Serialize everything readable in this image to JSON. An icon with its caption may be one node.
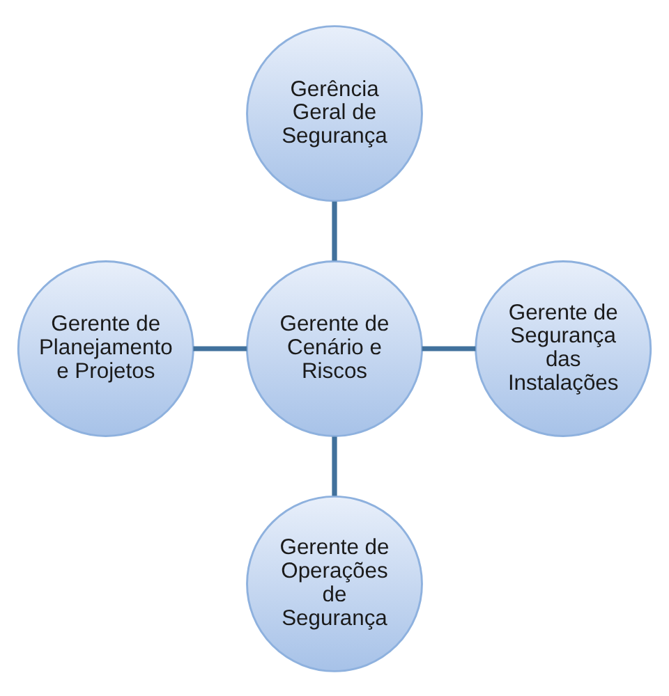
{
  "diagram": {
    "nodes": [
      {
        "text": [
          "Gerência Geral de Segurança"
        ]
      },
      {
        "text": [
          "Gerente de Planejamento e Projetos"
        ]
      },
      {
        "text": [
          "Gerente de Cenário e Riscos"
        ]
      },
      {
        "text": [
          "Gerente de Segurança das Instalações"
        ]
      },
      {
        "text": [
          "Gerente de Operações de Segurança"
        ]
      }
    ],
    "edges": [
      {
        "from": 0,
        "to": 2,
        "arrow": "none"
      },
      {
        "from": 1,
        "to": 2,
        "arrow": "none"
      },
      {
        "from": 2,
        "to": 3,
        "arrow": "none"
      },
      {
        "from": 2,
        "to": 4,
        "arrow": "none"
      }
    ]
  }
}
